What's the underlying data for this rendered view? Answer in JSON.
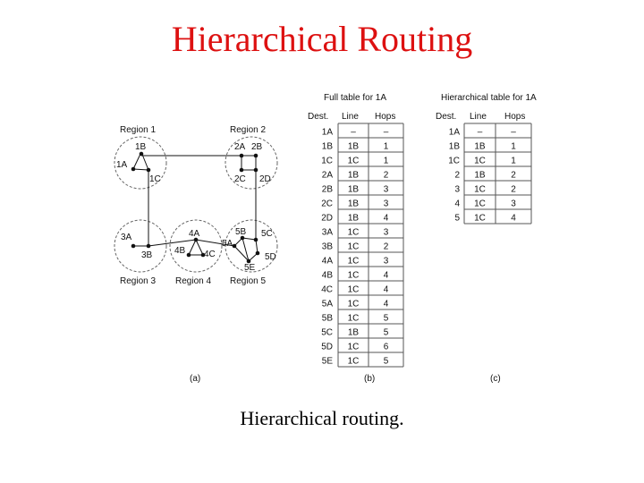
{
  "title": "Hierarchical Routing",
  "caption": "Hierarchical routing.",
  "network": {
    "regions": [
      "Region 1",
      "Region 2",
      "Region 3",
      "Region 4",
      "Region 5"
    ],
    "routers": [
      "1A",
      "1B",
      "1C",
      "2A",
      "2B",
      "2C",
      "2D",
      "3A",
      "3B",
      "4A",
      "4B",
      "4C",
      "5A",
      "5B",
      "5C",
      "5D",
      "5E"
    ],
    "panel_label": "(a)"
  },
  "full_table": {
    "title": "Full table for 1A",
    "headers": [
      "Dest.",
      "Line",
      "Hops"
    ],
    "rows": [
      [
        "1A",
        "–",
        "–"
      ],
      [
        "1B",
        "1B",
        "1"
      ],
      [
        "1C",
        "1C",
        "1"
      ],
      [
        "2A",
        "1B",
        "2"
      ],
      [
        "2B",
        "1B",
        "3"
      ],
      [
        "2C",
        "1B",
        "3"
      ],
      [
        "2D",
        "1B",
        "4"
      ],
      [
        "3A",
        "1C",
        "3"
      ],
      [
        "3B",
        "1C",
        "2"
      ],
      [
        "4A",
        "1C",
        "3"
      ],
      [
        "4B",
        "1C",
        "4"
      ],
      [
        "4C",
        "1C",
        "4"
      ],
      [
        "5A",
        "1C",
        "4"
      ],
      [
        "5B",
        "1C",
        "5"
      ],
      [
        "5C",
        "1B",
        "5"
      ],
      [
        "5D",
        "1C",
        "6"
      ],
      [
        "5E",
        "1C",
        "5"
      ]
    ],
    "panel_label": "(b)"
  },
  "hier_table": {
    "title": "Hierarchical table for 1A",
    "headers": [
      "Dest.",
      "Line",
      "Hops"
    ],
    "rows": [
      [
        "1A",
        "–",
        "–"
      ],
      [
        "1B",
        "1B",
        "1"
      ],
      [
        "1C",
        "1C",
        "1"
      ],
      [
        "2",
        "1B",
        "2"
      ],
      [
        "3",
        "1C",
        "2"
      ],
      [
        "4",
        "1C",
        "3"
      ],
      [
        "5",
        "1C",
        "4"
      ]
    ],
    "panel_label": "(c)"
  }
}
